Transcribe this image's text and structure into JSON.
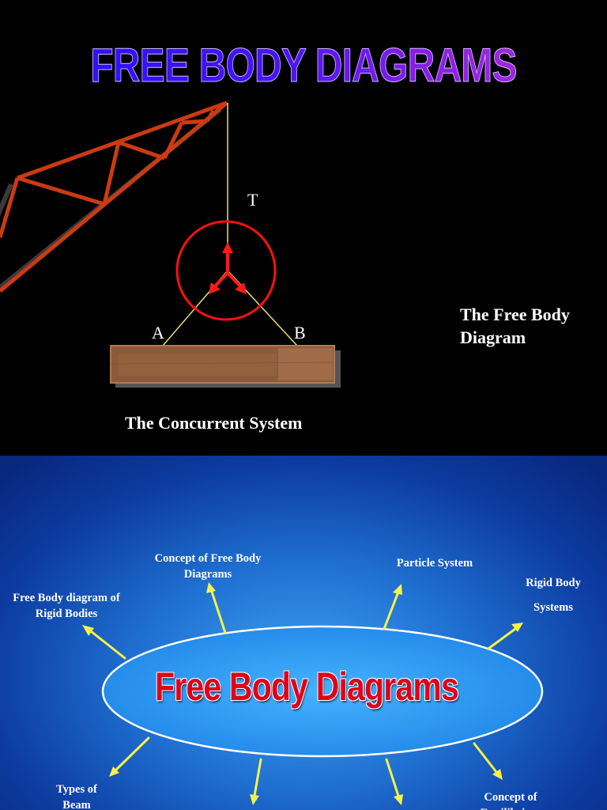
{
  "slide1": {
    "title": "FREE BODY DIAGRAMS",
    "label_t": "T",
    "label_a": "A",
    "label_b": "B",
    "caption_left": "The Concurrent System",
    "caption_right": "The Free Body Diagram"
  },
  "slide2": {
    "hub": "Free Body Diagrams",
    "topics": {
      "concept_fbd": "Concept of Free Body Diagrams",
      "particle": "Particle System",
      "rigid_system_line1": "Rigid Body",
      "rigid_system_line2": "Systems",
      "fbd_rigid": "Free Body diagram of Rigid Bodies",
      "types_beam": "Types of Beam",
      "equilibrium": "Concept of Equilibrium"
    }
  }
}
